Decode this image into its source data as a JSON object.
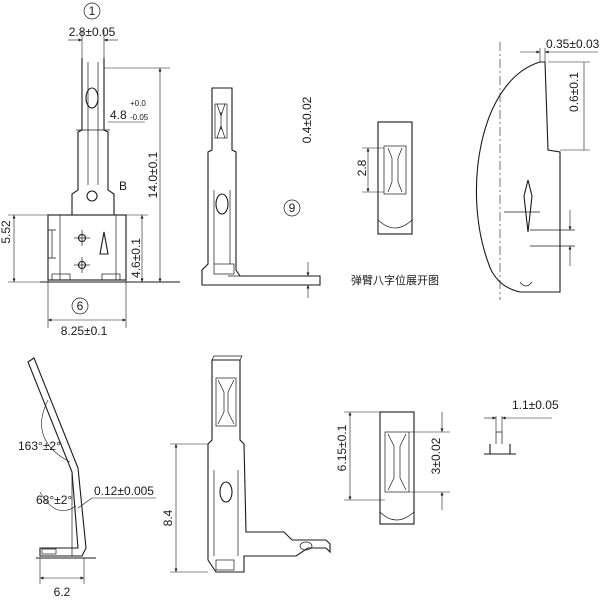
{
  "balloons": {
    "top": "1",
    "bottom": "6",
    "side": "9"
  },
  "dims": {
    "w_top": "2.8±0.05",
    "tab_w_main": "4.8",
    "tab_w_up": "+0.0",
    "tab_w_lo": "-0.05",
    "h_total": "14.0±0.1",
    "h_side": "5.52",
    "h_body": "4.6±0.1",
    "w_base": "8.25±0.1",
    "thk": "0.4±0.02",
    "gap": "0.35±0.03",
    "off": "0.6±0.1",
    "spring_len": "2.8",
    "ang_top": "163°±2°",
    "ang_bot": "68°±2°",
    "t_sheet": "0.12±0.005",
    "w_foot": "6.2",
    "h_iso": "8.4",
    "h_clip": "6.15±0.1",
    "h_clip2": "3±0.02",
    "w_bar": "1.1±0.05"
  },
  "labels": {
    "point_b": "B",
    "unfold_note": "弹臂八字位展开图"
  }
}
